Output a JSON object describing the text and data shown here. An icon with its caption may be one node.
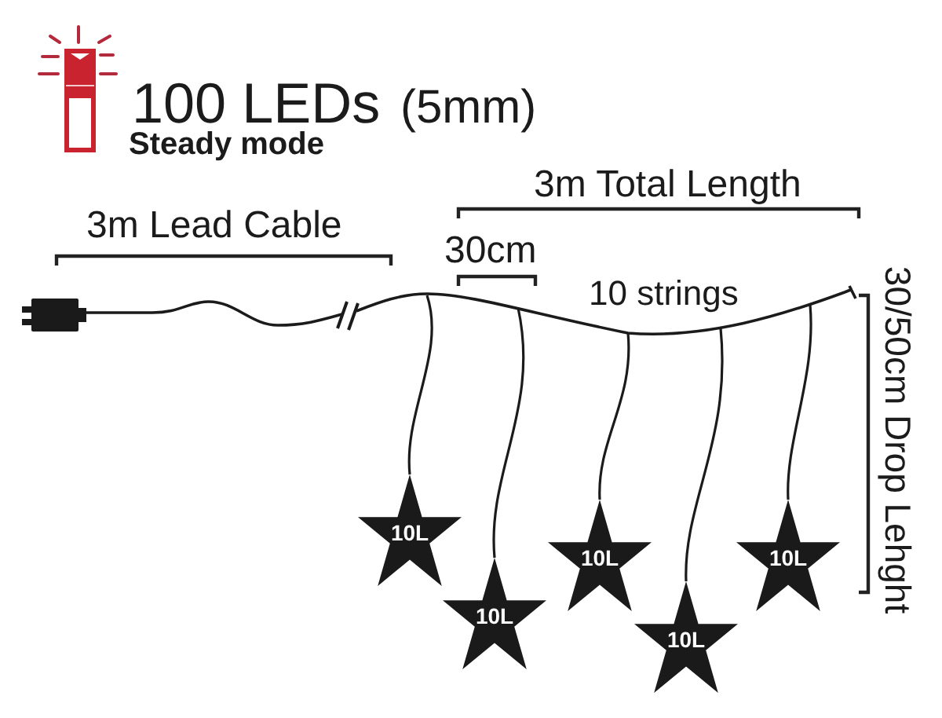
{
  "diagram": {
    "title": "100 LEDs",
    "nodes": [
      {
        "text": [
          "10L"
        ]
      },
      {
        "text": [
          "10L"
        ]
      },
      {
        "text": [
          "10L"
        ]
      },
      {
        "text": [
          "10L"
        ]
      },
      {
        "text": [
          "10L"
        ]
      }
    ],
    "edges": [
      {
        "from": null,
        "to": 0,
        "arrow": "none"
      },
      {
        "from": null,
        "to": 1,
        "arrow": "none"
      },
      {
        "from": null,
        "to": 2,
        "arrow": "none"
      },
      {
        "from": null,
        "to": 3,
        "arrow": "none"
      },
      {
        "from": null,
        "to": 4,
        "arrow": "none"
      }
    ],
    "labels": [
      "(5mm)",
      "Steady mode",
      "3m Lead Cable",
      "3m Total Length",
      "30cm",
      "10 strings",
      "30/50cm Drop Lehght"
    ]
  }
}
